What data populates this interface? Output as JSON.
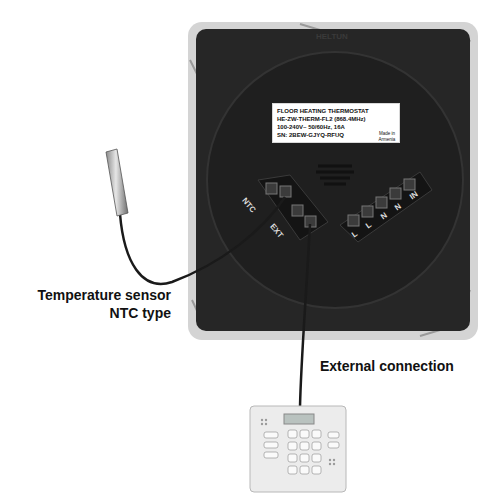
{
  "diagram": {
    "nodes": [
      {
        "text": [
          "FLOOR HEATING THERMOSTAT",
          "HE-ZW-THERM-FL2 (868.4MHz)",
          "100-240V~ 50/60Hz, 16A",
          "SN: 2BEW-GJYQ-RFUQ"
        ]
      }
    ],
    "labels": [
      "HELTUN",
      "Made in Armenia",
      "NTC",
      "EXT",
      "L",
      "L",
      "N",
      "N",
      "IN",
      "Temperature sensor NTC type",
      "External connection"
    ]
  }
}
